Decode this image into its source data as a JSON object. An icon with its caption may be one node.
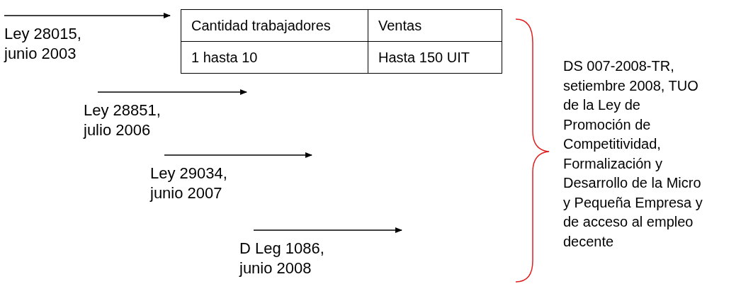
{
  "diagram": {
    "nodes": [
      {
        "text": [
          "Ley 28015, junio 2003"
        ]
      },
      {
        "text": [
          "Ley 28851, julio 2006"
        ]
      },
      {
        "text": [
          "Ley 29034, junio 2007"
        ]
      },
      {
        "text": [
          "D Leg 1086, junio 2008"
        ]
      }
    ],
    "edges": [
      {
        "from": 0,
        "to": null,
        "arrow": "to"
      },
      {
        "from": 1,
        "to": null,
        "arrow": "to"
      },
      {
        "from": 2,
        "to": null,
        "arrow": "to"
      },
      {
        "from": 3,
        "to": null,
        "arrow": "to"
      }
    ],
    "labels": [
      "Cantidad trabajadores",
      "Ventas",
      "1 hasta 10",
      "Hasta 150 UIT",
      "DS 007-2008-TR, setiembre 2008, TUO de la Ley de Promoción de Competitividad, Formalización y Desarrollo de la Micro y Pequeña Empresa y de acceso al empleo decente"
    ]
  }
}
